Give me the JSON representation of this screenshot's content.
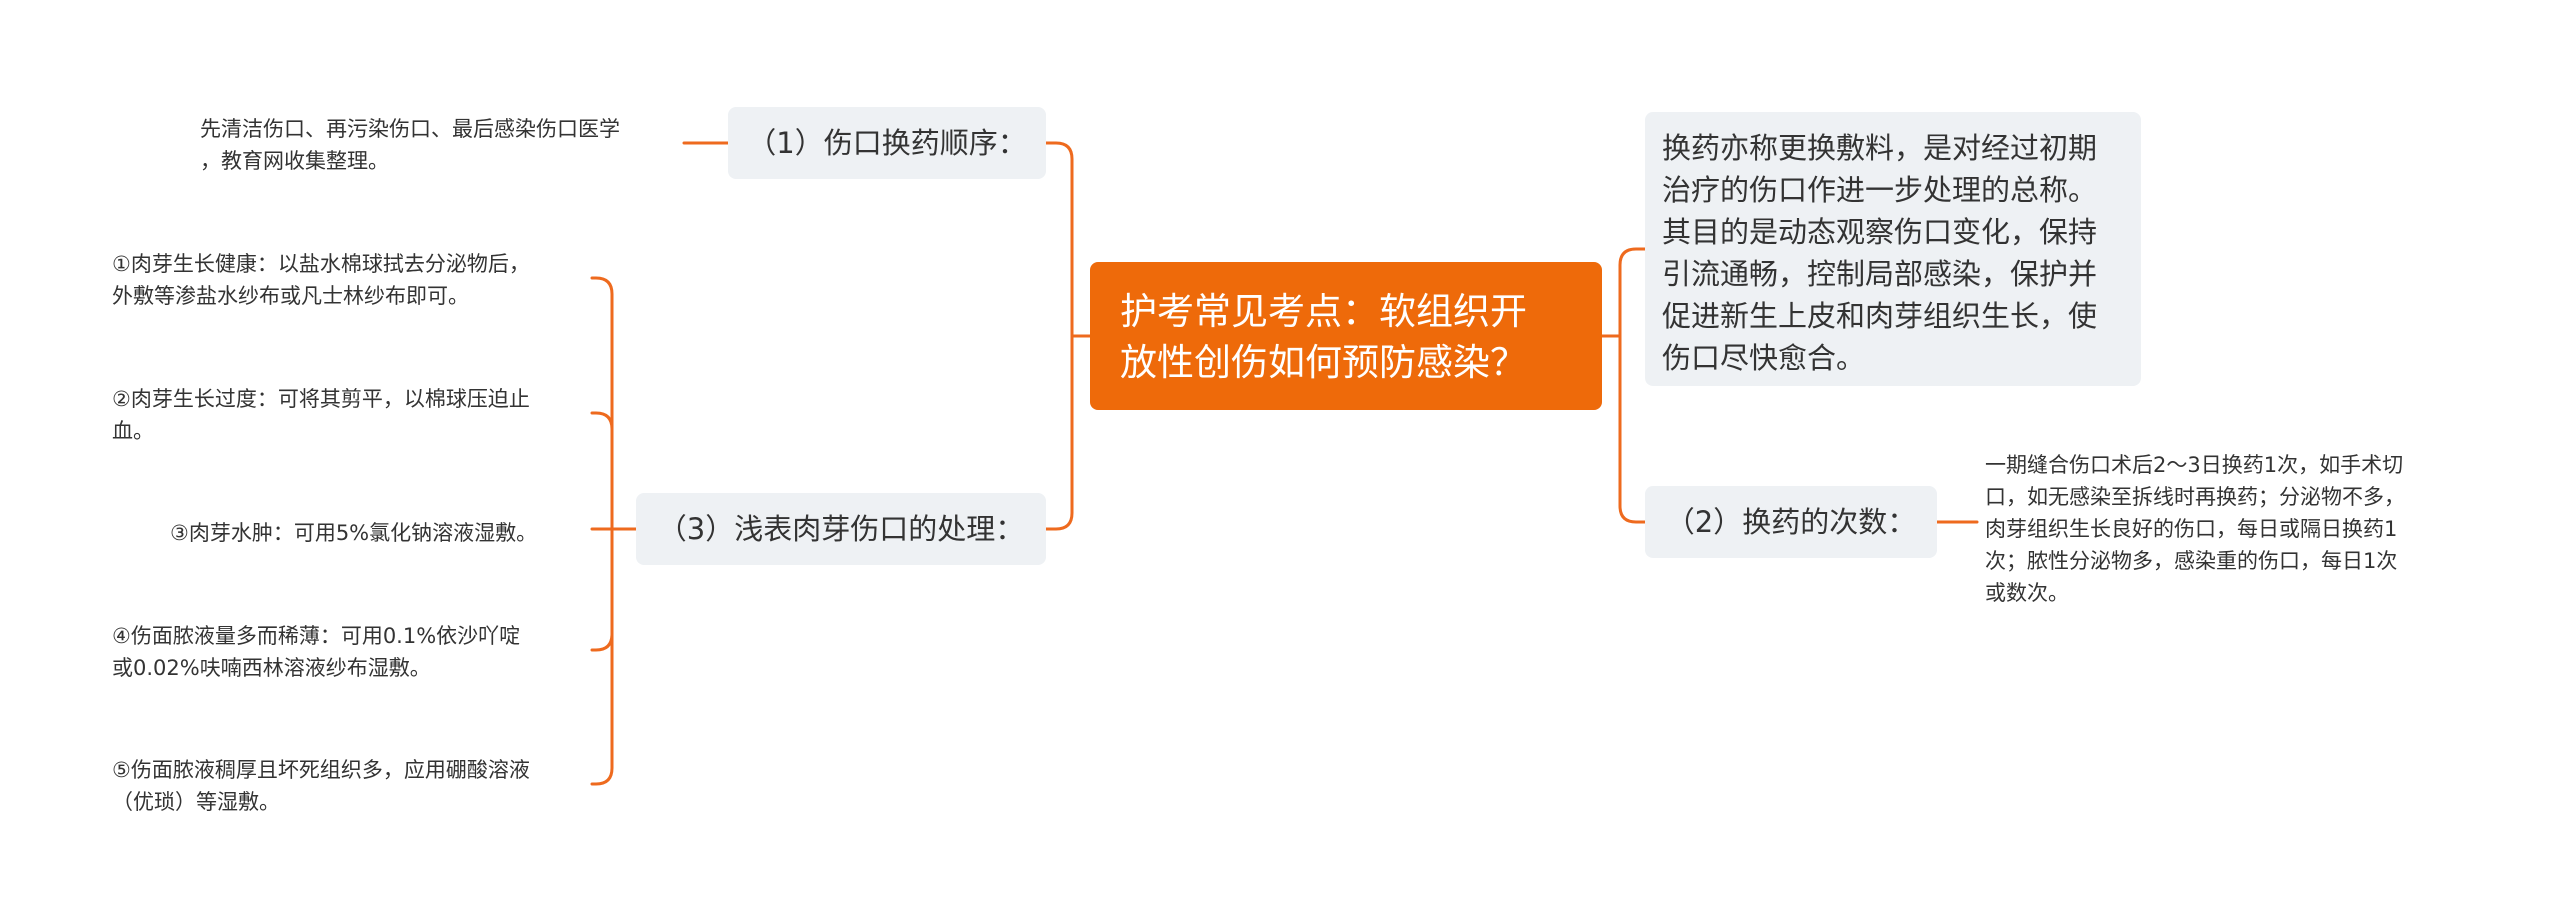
{
  "root": {
    "lines": [
      "护考常见考点：软组织开",
      "放性创伤如何预防感染？"
    ]
  },
  "description": {
    "lines": [
      "换药亦称更换敷料，是对经过初期",
      "治疗的伤口作进一步处理的总称。",
      "其目的是动态观察伤口变化，保持",
      "引流通畅，控制局部感染，保护并",
      "促进新生上皮和肉芽组织生长，使",
      "伤口尽快愈合。"
    ]
  },
  "branch1": {
    "label": "（1）伤口换药顺序：",
    "leaf": {
      "lines": [
        "先清洁伤口、再污染伤口、最后感染伤口医学",
        "，教育网收集整理。"
      ]
    }
  },
  "branch2": {
    "label": "（2）换药的次数：",
    "leaf": {
      "lines": [
        "一期缝合伤口术后2～3日换药1次，如手术切",
        "口，如无感染至拆线时再换药；分泌物不多，",
        "肉芽组织生长良好的伤口，每日或隔日换药1",
        "次；脓性分泌物多，感染重的伤口，每日1次",
        "或数次。"
      ]
    }
  },
  "branch3": {
    "label": "（3）浅表肉芽伤口的处理：",
    "leaves": [
      {
        "lines": [
          "①肉芽生长健康：以盐水棉球拭去分泌物后，",
          "外敷等渗盐水纱布或凡士林纱布即可。"
        ]
      },
      {
        "lines": [
          "②肉芽生长过度：可将其剪平，以棉球压迫止",
          "血。"
        ]
      },
      {
        "lines": [
          "③肉芽水肿：可用5%氯化钠溶液湿敷。"
        ]
      },
      {
        "lines": [
          "④伤面脓液量多而稀薄：可用0.1%依沙吖啶",
          "或0.02%呋喃西林溶液纱布湿敷。"
        ]
      },
      {
        "lines": [
          "⑤伤面脓液稠厚且坏死组织多，应用硼酸溶液",
          "（优琐）等湿敷。"
        ]
      }
    ]
  },
  "colors": {
    "accent": "#ee6a0a",
    "connector": "#ee6a1e",
    "node_bg": "#eef1f4",
    "text": "#333333"
  }
}
